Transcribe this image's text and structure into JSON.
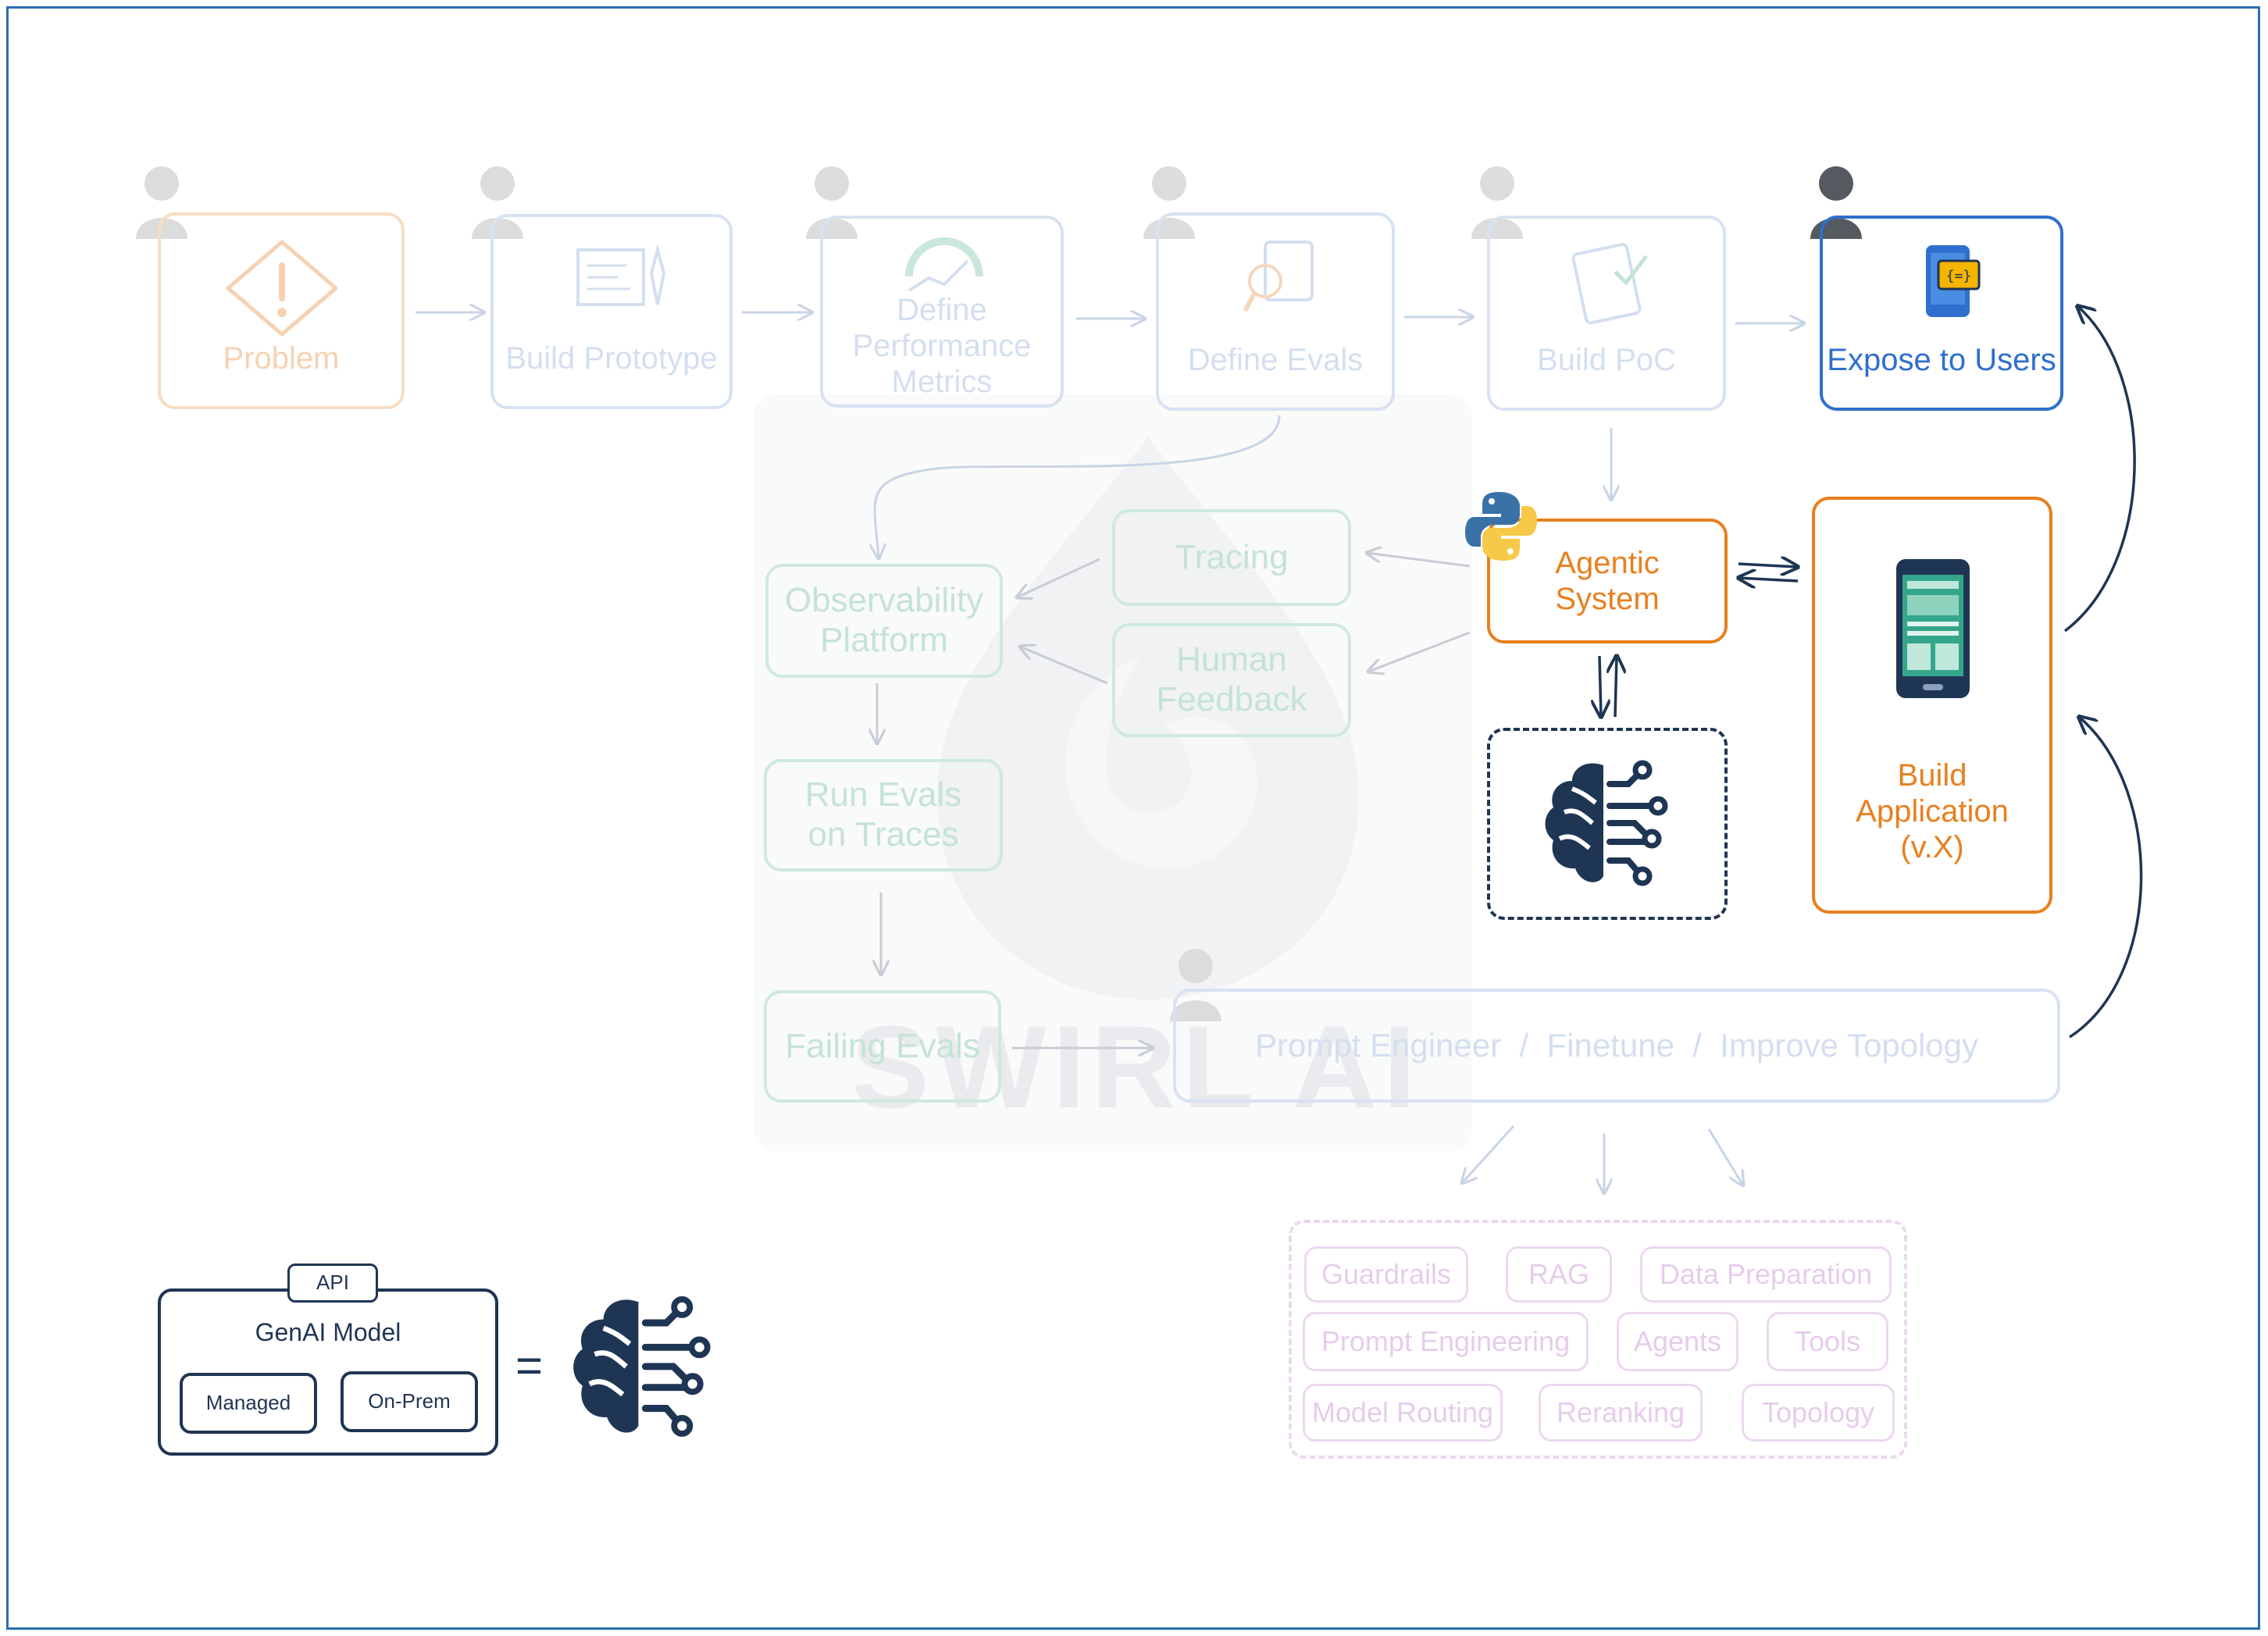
{
  "watermark": "SWIRL AI",
  "top_row": [
    {
      "label": "Problem"
    },
    {
      "label": "Build Prototype"
    },
    {
      "label": "Define Performance Metrics",
      "lines": [
        "Define",
        "Performance",
        "Metrics"
      ]
    },
    {
      "label": "Define Evals"
    },
    {
      "label": "Build PoC"
    },
    {
      "label": "Expose to Users"
    }
  ],
  "agentic_system": {
    "lines": [
      "Agentic",
      "System"
    ]
  },
  "build_application": {
    "lines": [
      "Build",
      "Application",
      "(v.X)"
    ]
  },
  "tracing": {
    "label": "Tracing"
  },
  "human_feedback": {
    "lines": [
      "Human",
      "Feedback"
    ]
  },
  "observability": {
    "lines": [
      "Observability",
      "Platform"
    ]
  },
  "run_evals": {
    "lines": [
      "Run Evals",
      "on Traces"
    ]
  },
  "failing_evals": {
    "label": "Failing Evals"
  },
  "improve": {
    "label": "Prompt Engineer  /  Finetune  /  Improve Topology"
  },
  "techniques": [
    {
      "label": "Guardrails"
    },
    {
      "label": "RAG"
    },
    {
      "label": "Data Preparation"
    },
    {
      "label": "Prompt Engineering"
    },
    {
      "label": "Agents"
    },
    {
      "label": "Tools"
    },
    {
      "label": "Model Routing"
    },
    {
      "label": "Reranking"
    },
    {
      "label": "Topology"
    }
  ],
  "legend": {
    "api": "API",
    "model": "GenAI Model",
    "managed": "Managed",
    "onprem": "On-Prem",
    "equals": "="
  },
  "icons": {
    "person": "person-icon",
    "brain": "brain-circuit-icon",
    "python": "python-logo-icon",
    "phone": "mobile-app-icon"
  },
  "colors": {
    "active_blue": "#2f6fce",
    "active_orange": "#e8801f",
    "dark_navy": "#1f3554"
  }
}
